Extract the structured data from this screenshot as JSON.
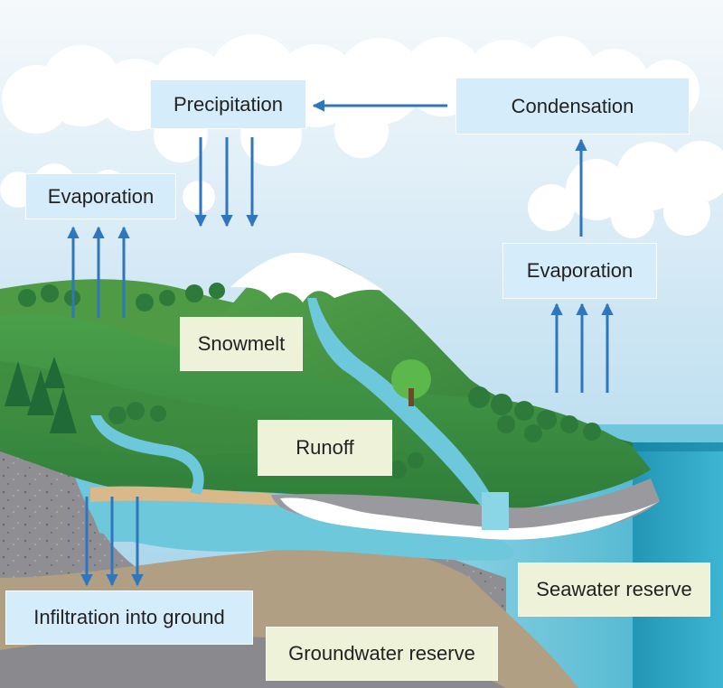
{
  "labels": {
    "precipitation": "Precipitation",
    "condensation": "Condensation",
    "evaporation_land": "Evaporation",
    "evaporation_sea": "Evaporation",
    "snowmelt": "Snowmelt",
    "runoff": "Runoff",
    "infiltration": "Infiltration into ground",
    "seawater": "Seawater reserve",
    "groundwater": "Groundwater reserve"
  },
  "colors": {
    "arrow": "#2f76bf",
    "sky_top": "#f4f8fb",
    "sky_bottom": "#a9d4ea",
    "sea": "#4cb9cf",
    "grass": "#3f9a45",
    "label_blue": "#d5ecfa",
    "label_cream": "#eef2d8"
  }
}
